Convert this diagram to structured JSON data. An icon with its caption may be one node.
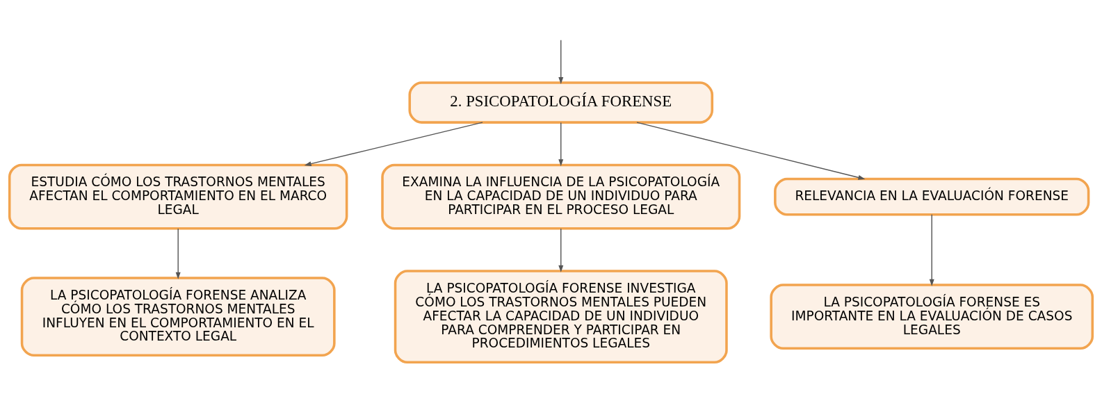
{
  "diagram": {
    "nodes": [
      {
        "text": [
          "2. PSICOPATOLOGÍA FORENSE"
        ]
      },
      {
        "text": [
          "ESTUDIA CÓMO LOS TRASTORNOS MENTALES AFECTAN EL COMPORTAMIENTO EN EL MARCO LEGAL"
        ]
      },
      {
        "text": [
          "EXAMINA LA INFLUENCIA DE LA PSICOPATOLOGÍA EN LA CAPACIDAD DE UN INDIVIDUO PARA PARTICIPAR EN EL PROCESO LEGAL"
        ]
      },
      {
        "text": [
          "RELEVANCIA EN LA EVALUACIÓN FORENSE"
        ]
      },
      {
        "text": [
          "LA PSICOPATOLOGÍA FORENSE ANALIZA CÓMO LOS TRASTORNOS MENTALES INFLUYEN EN EL COMPORTAMIENTO EN EL CONTEXTO LEGAL"
        ]
      },
      {
        "text": [
          "LA PSICOPATOLOGÍA FORENSE INVESTIGA CÓMO LOS TRASTORNOS MENTALES PUEDEN AFECTAR LA CAPACIDAD DE UN INDIVIDUO PARA COMPRENDER Y PARTICIPAR EN PROCEDIMIENTOS LEGALES"
        ]
      },
      {
        "text": [
          "LA PSICOPATOLOGÍA FORENSE ES IMPORTANTE EN LA EVALUACIÓN DE CASOS LEGALES"
        ]
      }
    ],
    "edges": [
      {
        "from": null,
        "to": 0,
        "arrow": "to"
      },
      {
        "from": 0,
        "to": 1,
        "arrow": "to"
      },
      {
        "from": 0,
        "to": 2,
        "arrow": "to"
      },
      {
        "from": 0,
        "to": 3,
        "arrow": "to"
      },
      {
        "from": 1,
        "to": 4,
        "arrow": "to"
      },
      {
        "from": 2,
        "to": 5,
        "arrow": "to"
      },
      {
        "from": 3,
        "to": 6,
        "arrow": "to"
      }
    ]
  }
}
